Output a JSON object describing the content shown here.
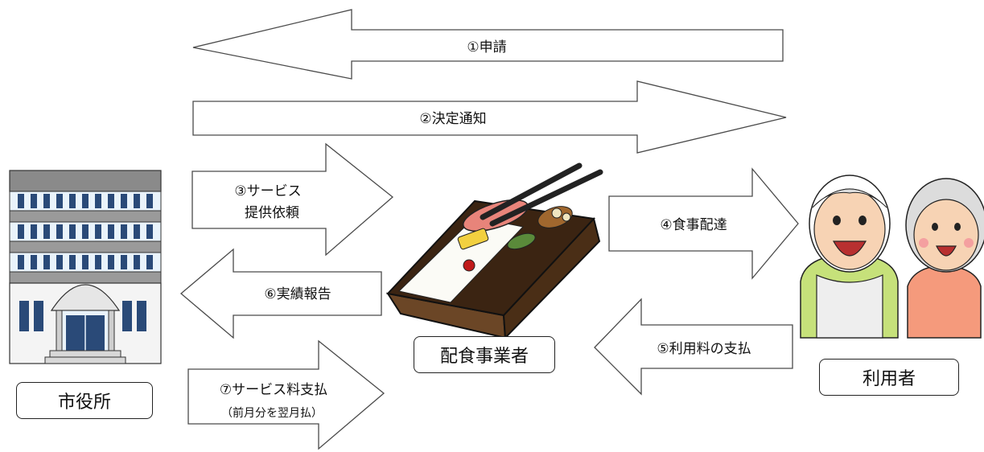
{
  "arrows": {
    "apply": "①申請",
    "decision": "②決定通知",
    "request_line1": "③サービス",
    "request_line2": "提供依頼",
    "delivery": "④食事配達",
    "fee_payment": "⑤利用料の支払",
    "report": "⑥実績報告",
    "service_fee_line1": "⑦サービス料支払",
    "service_fee_line2": "（前月分を翌月払）"
  },
  "entities": {
    "city_hall": "市役所",
    "provider": "配食事業者",
    "user": "利用者"
  }
}
